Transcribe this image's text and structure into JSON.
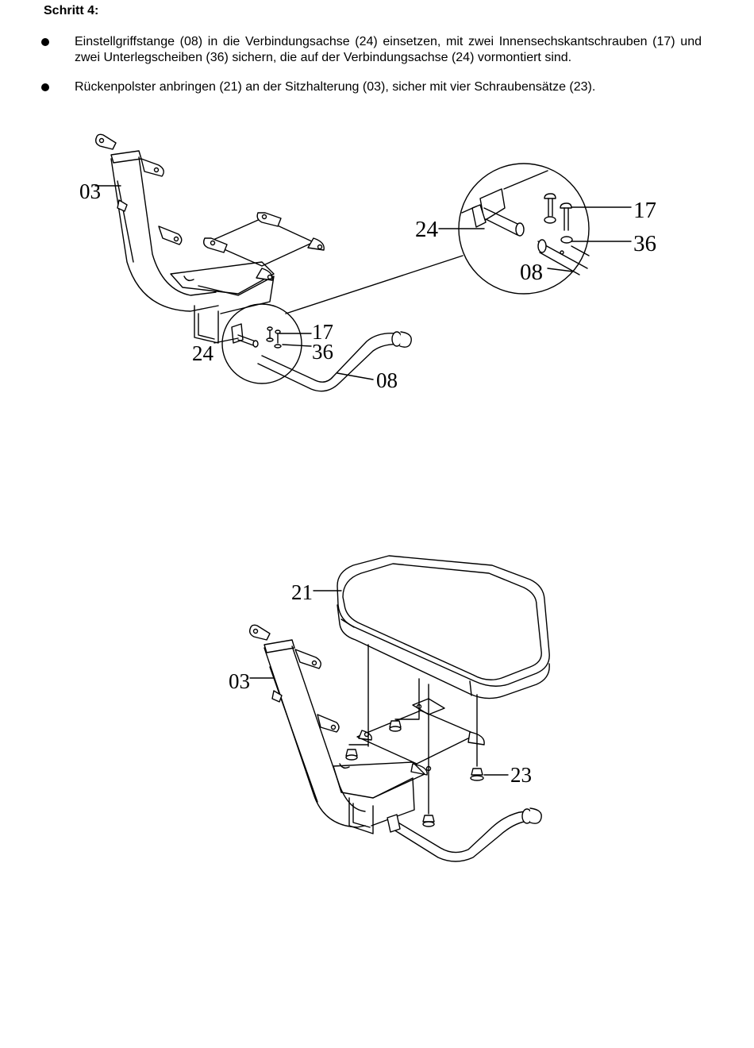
{
  "page": {
    "title": "Schritt 4:",
    "bullets": [
      "Einstellgriffstange (08) in die Verbindungsachse (24) einsetzen, mit zwei Innensechskantschrauben (17) und zwei Unterlegscheiben (36) sichern, die auf der Verbindungsachse (24) vormontiert sind.",
      "Rückenpolster anbringen (21) an der Sitzhalterung (03), sicher mit vier Schraubensätze (23)."
    ]
  },
  "figure1": {
    "labels": {
      "frame": "03",
      "axle": "24",
      "screw": "17",
      "washer": "36",
      "handle": "08"
    },
    "detail_labels": {
      "axle": "24",
      "screw": "17",
      "washer": "36",
      "handle": "08"
    }
  },
  "figure2": {
    "labels": {
      "pad": "21",
      "frame": "03",
      "bolts": "23"
    }
  }
}
